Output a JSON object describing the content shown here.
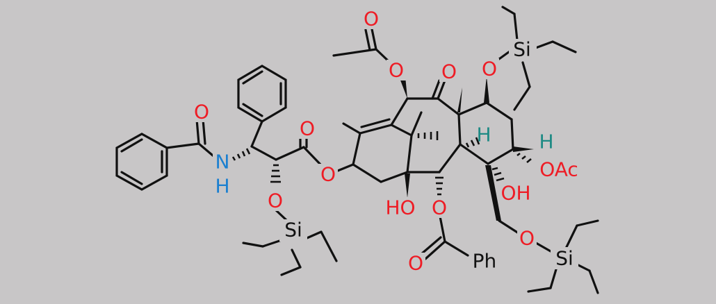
{
  "atom_labels": {
    "o_acetyl_carbonyl": "O",
    "o_acetyl_ester": "O",
    "o_ketone": "O",
    "o_tes_top": "O",
    "si_top": "Si",
    "o_amide": "O",
    "n_amide": "N",
    "h_amide": "H",
    "o_ester_carbonyl": "O",
    "o_ester_link": "O",
    "o_tes_side": "O",
    "si_side": "Si",
    "h_ring_a": "H",
    "h_ring_b": "H",
    "oac": "OAc",
    "oh_right": "OH",
    "oh_left": "HO",
    "o_benzoate_ester": "O",
    "o_benzoate_carbonyl": "O",
    "ph": "Ph",
    "o_tes_bottom": "O",
    "si_bottom": "Si"
  },
  "colors": {
    "background": "#c8c6c7",
    "oxygen": "#ee1c25",
    "nitrogen": "#1a7fd0",
    "hydrogen_highlight": "#1e8a84",
    "bond": "#111111"
  }
}
